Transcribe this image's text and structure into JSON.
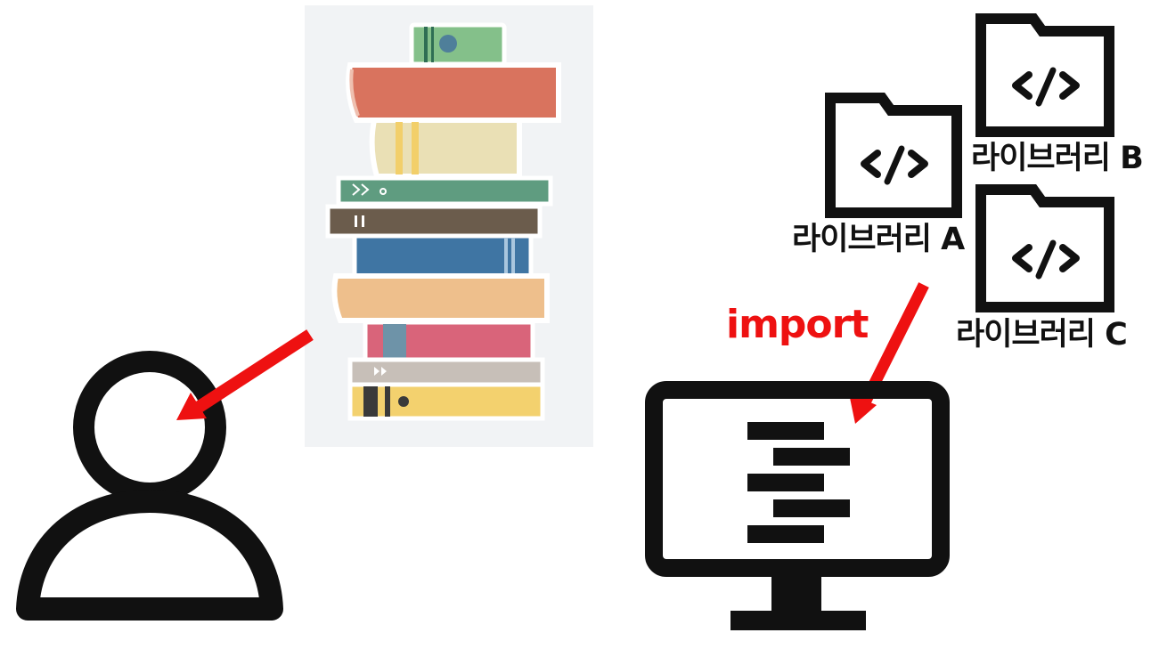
{
  "diagram": {
    "arrow_color": "#ee1111",
    "ink_color": "#111111",
    "import_label": "import",
    "libraries": [
      {
        "id": "A",
        "label": "라이브러리 A",
        "icon": "code-folder-icon"
      },
      {
        "id": "B",
        "label": "라이브러리 B",
        "icon": "code-folder-icon"
      },
      {
        "id": "C",
        "label": "라이브러리 C",
        "icon": "code-folder-icon"
      }
    ],
    "nodes": {
      "person": {
        "icon": "person-icon"
      },
      "books": {
        "icon": "book-stack-icon"
      },
      "computer": {
        "icon": "monitor-code-icon"
      }
    }
  }
}
